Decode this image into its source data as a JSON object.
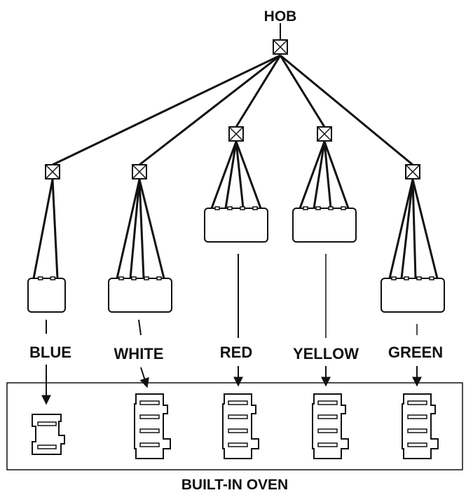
{
  "title_top": "HOB",
  "title_bottom": "BUILT-IN OVEN",
  "connectors": [
    {
      "id": "blue",
      "label": "BLUE",
      "pins": 2
    },
    {
      "id": "white",
      "label": "WHITE",
      "pins": 4
    },
    {
      "id": "red",
      "label": "RED",
      "pins": 4
    },
    {
      "id": "yellow",
      "label": "YELLOW",
      "pins": 4
    },
    {
      "id": "green",
      "label": "GREEN",
      "pins": 4
    }
  ]
}
